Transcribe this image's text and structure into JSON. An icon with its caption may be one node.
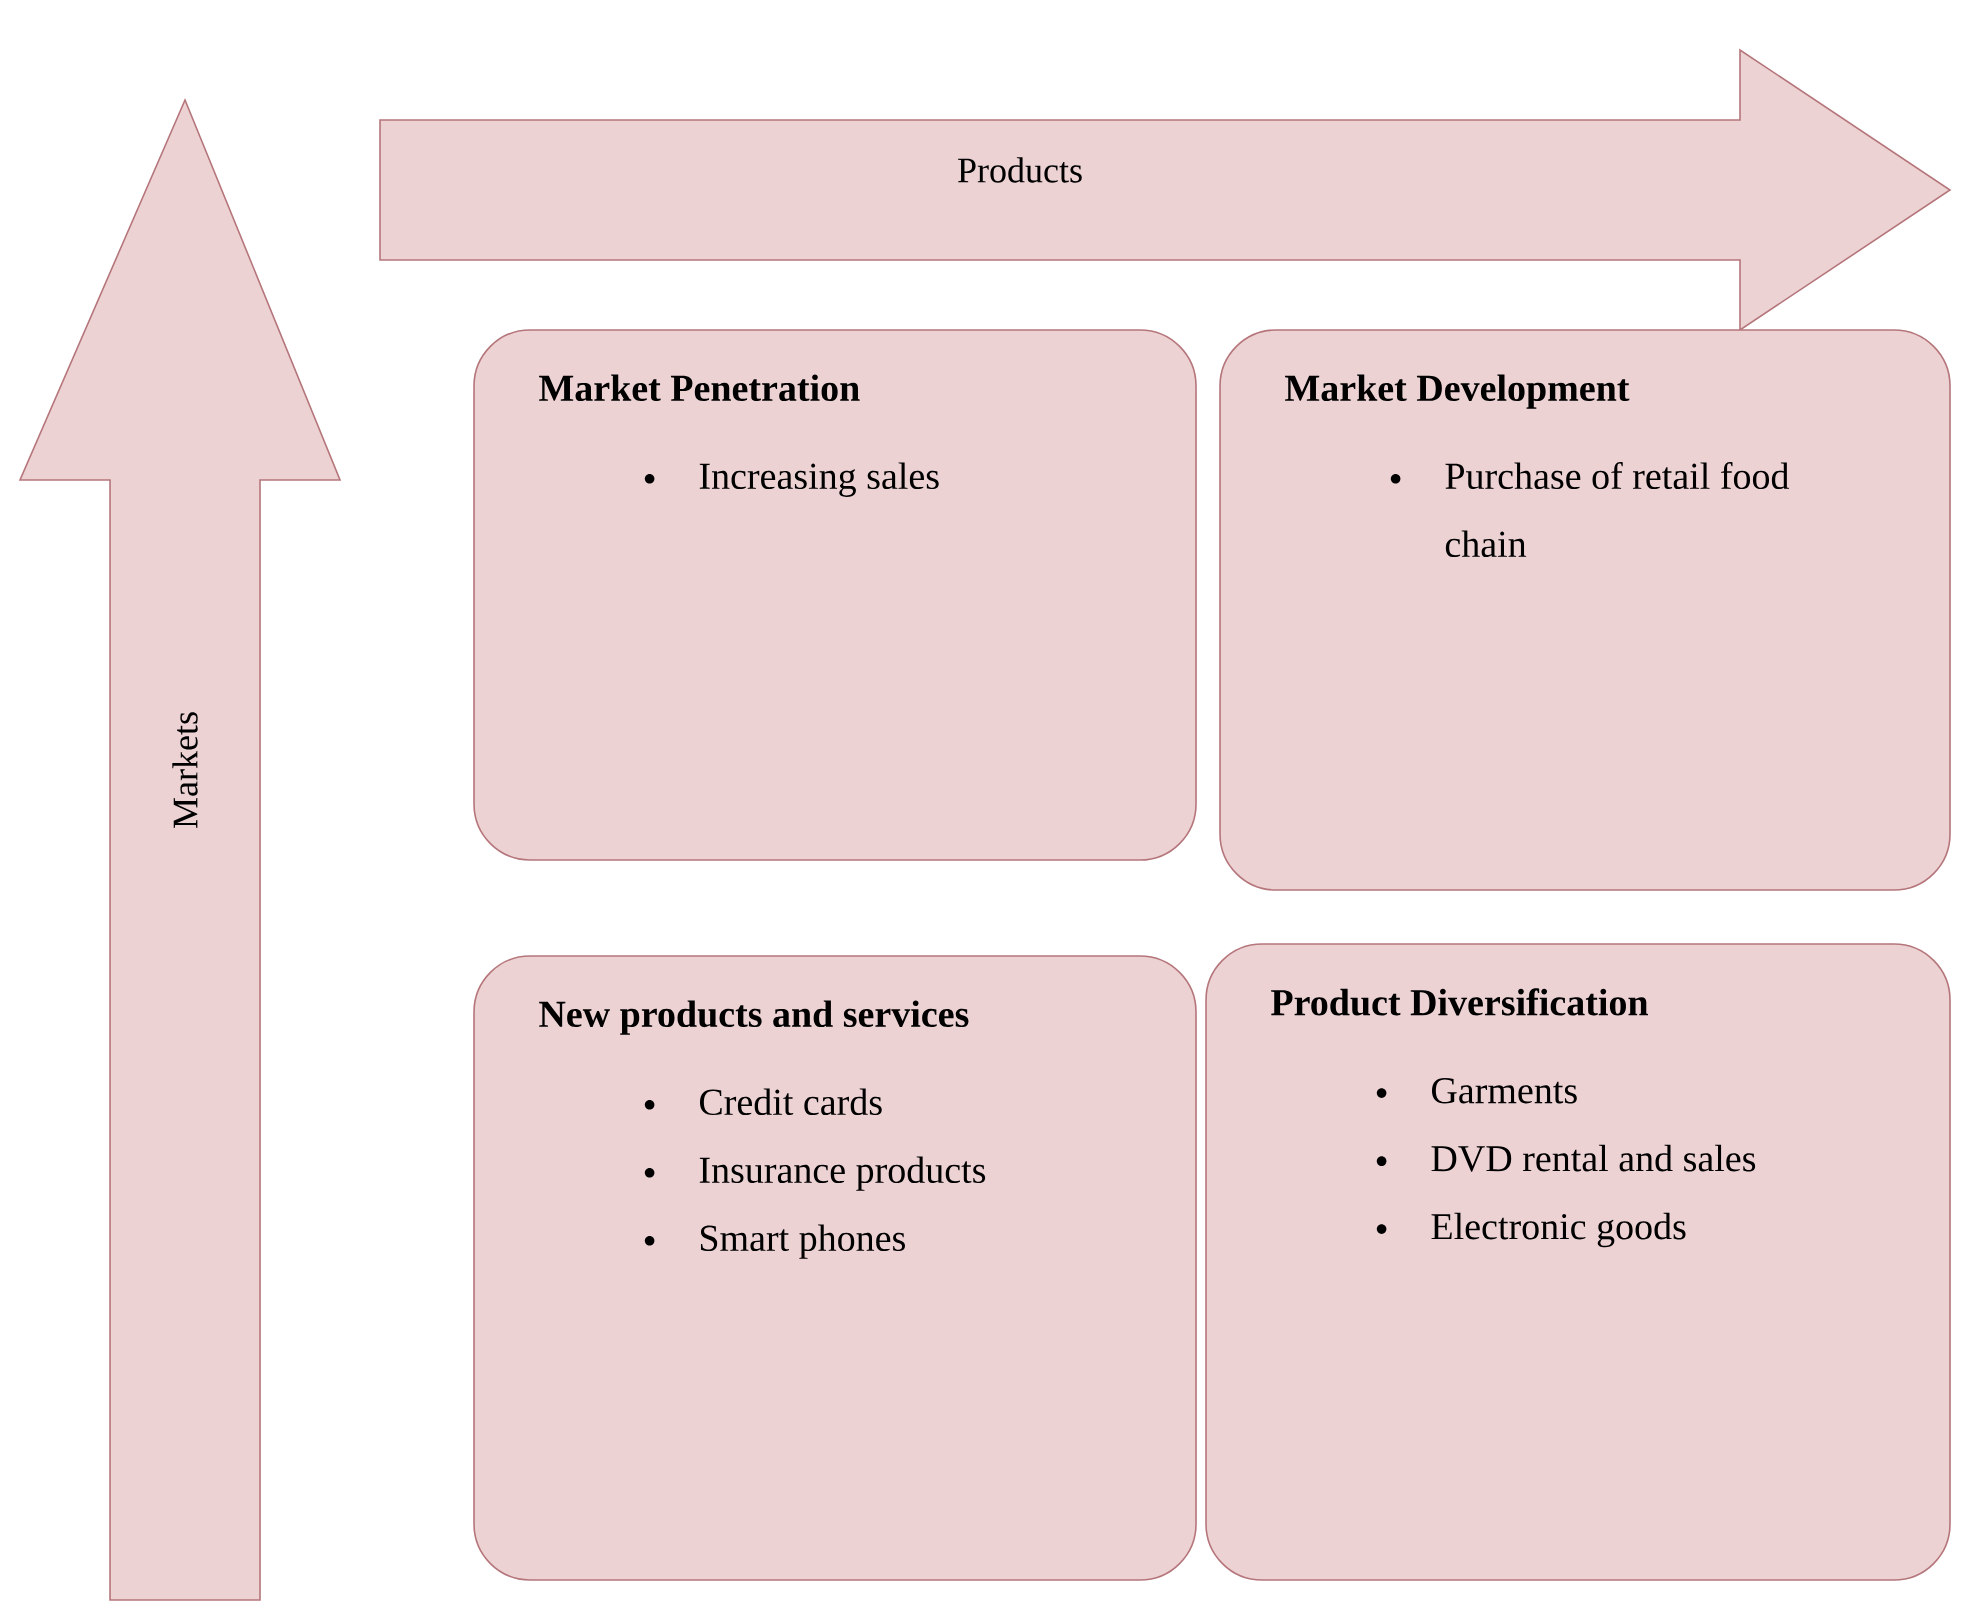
{
  "diagram": {
    "nodes": [
      {
        "text": [
          "Products"
        ]
      },
      {
        "text": [
          "Markets"
        ]
      },
      {
        "text": [
          "Market Penetration",
          "Increasing sales"
        ]
      },
      {
        "text": [
          "Market Development",
          "Purchase of retail food chain"
        ]
      },
      {
        "text": [
          "New products and services",
          "Credit cards",
          "Insurance products",
          "Smart phones"
        ]
      },
      {
        "text": [
          "Product Diversification",
          "Garments",
          "DVD rental and sales",
          "Electronic goods"
        ]
      }
    ]
  }
}
